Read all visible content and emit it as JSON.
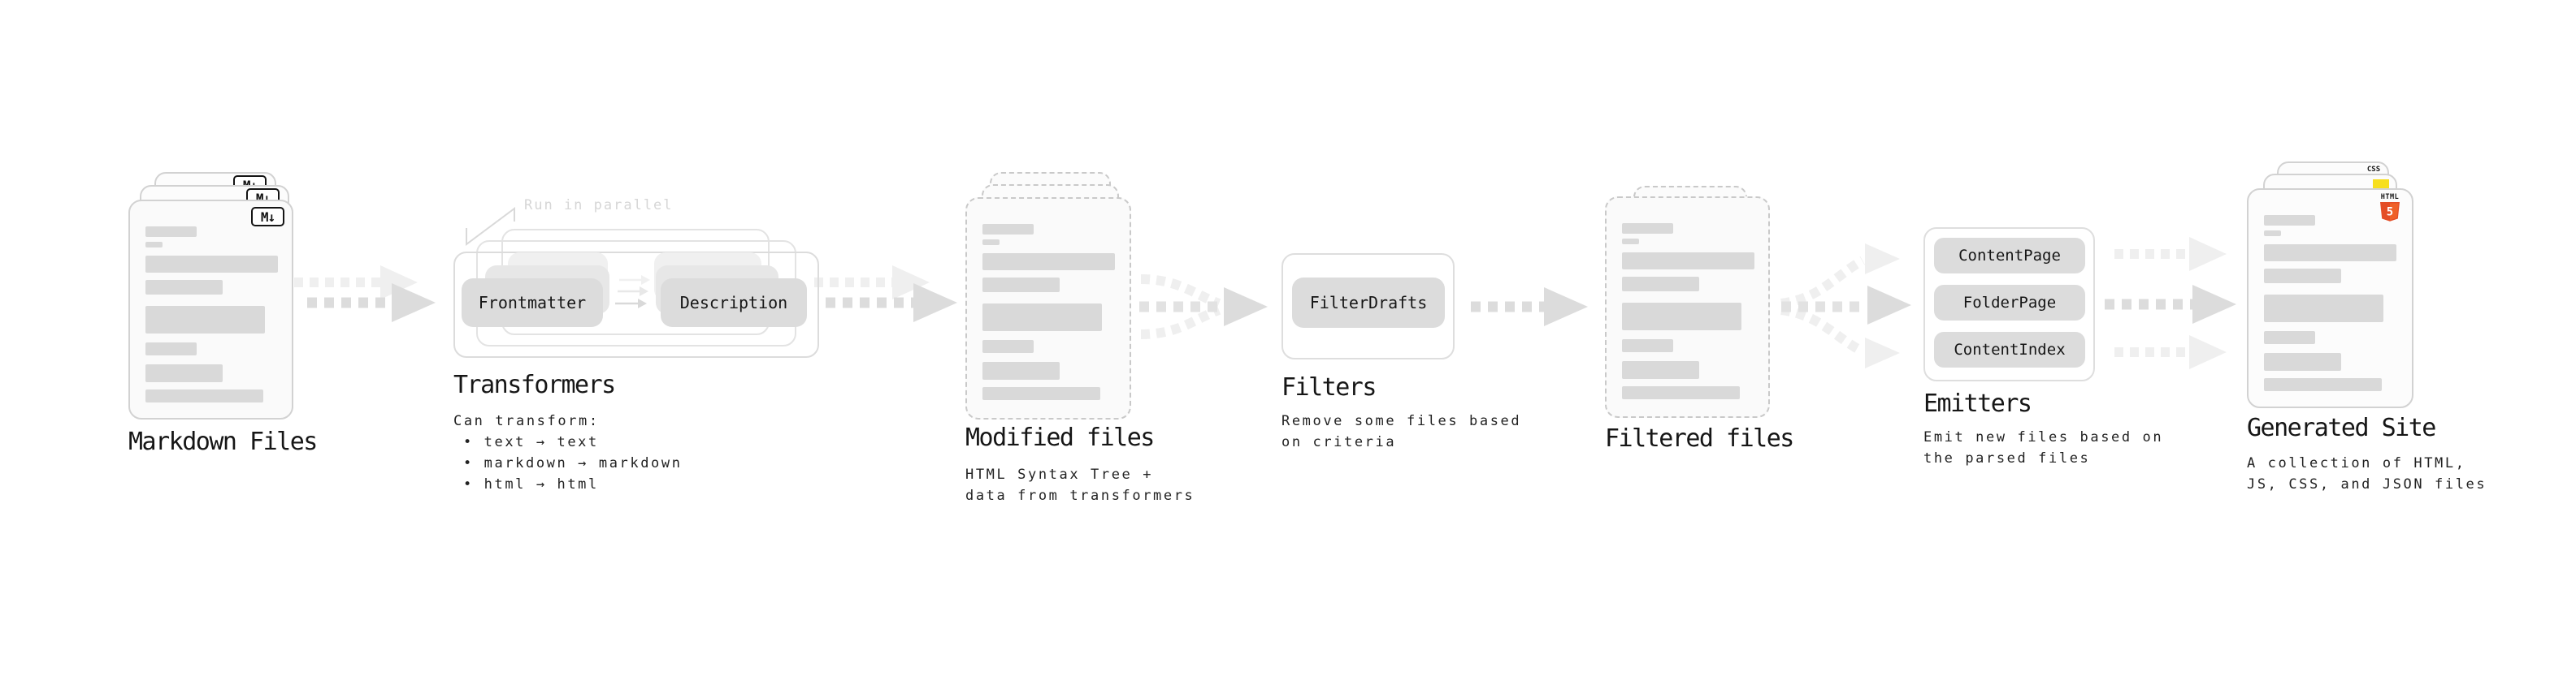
{
  "stages": {
    "markdown_files": {
      "label": "Markdown Files"
    },
    "transformers": {
      "label": "Transformers",
      "annotation": "Run in parallel",
      "pill_left": "Frontmatter",
      "pill_right": "Description",
      "desc_title": "Can transform:",
      "bullets": [
        "• text → text",
        "• markdown → markdown",
        "• html → html"
      ]
    },
    "modified_files": {
      "label": "Modified files",
      "desc_1": "HTML Syntax Tree +",
      "desc_2": "data from transformers"
    },
    "filters": {
      "label": "Filters",
      "pill": "FilterDrafts",
      "desc_1": "Remove some files based",
      "desc_2": "on criteria"
    },
    "filtered_files": {
      "label": "Filtered files"
    },
    "emitters": {
      "label": "Emitters",
      "pills": [
        "ContentPage",
        "FolderPage",
        "ContentIndex"
      ],
      "desc_1": "Emit new files based on",
      "desc_2": "the parsed files"
    },
    "generated_site": {
      "label": "Generated Site",
      "desc_1": "A collection of HTML,",
      "desc_2": "JS, CSS, and JSON files"
    }
  },
  "badges": {
    "markdown": "M↓",
    "html_label": "HTML",
    "html_number": "5",
    "css": "CSS"
  },
  "colors": {
    "html5_orange": "#e44d26",
    "js_yellow": "#f7df1e",
    "css_blue": "#2566f1"
  }
}
